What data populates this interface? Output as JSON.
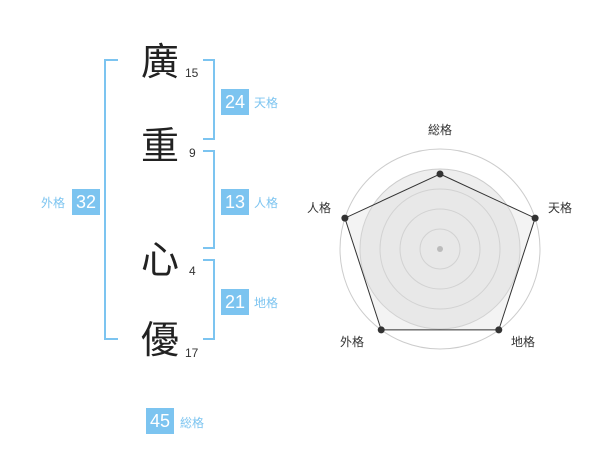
{
  "name": {
    "chars": [
      {
        "char": "廣",
        "strokes": "15"
      },
      {
        "char": "重",
        "strokes": "9"
      },
      {
        "char": "心",
        "strokes": "4"
      },
      {
        "char": "優",
        "strokes": "17"
      }
    ]
  },
  "fortunes": {
    "tenkaku": {
      "value": "24",
      "label": "天格"
    },
    "jinkaku": {
      "value": "13",
      "label": "人格"
    },
    "chikaku": {
      "value": "21",
      "label": "地格"
    },
    "gaikaku": {
      "value": "32",
      "label": "外格"
    },
    "soukaku": {
      "value": "45",
      "label": "総格"
    }
  },
  "radar": {
    "axes": [
      "総格",
      "天格",
      "地格",
      "外格",
      "人格"
    ],
    "values": [
      0.75,
      1.0,
      1.0,
      1.0,
      1.0
    ],
    "levels": 5,
    "line_color": "#333333",
    "grid_color": "#cccccc",
    "fill_color": "#eeeeee"
  }
}
